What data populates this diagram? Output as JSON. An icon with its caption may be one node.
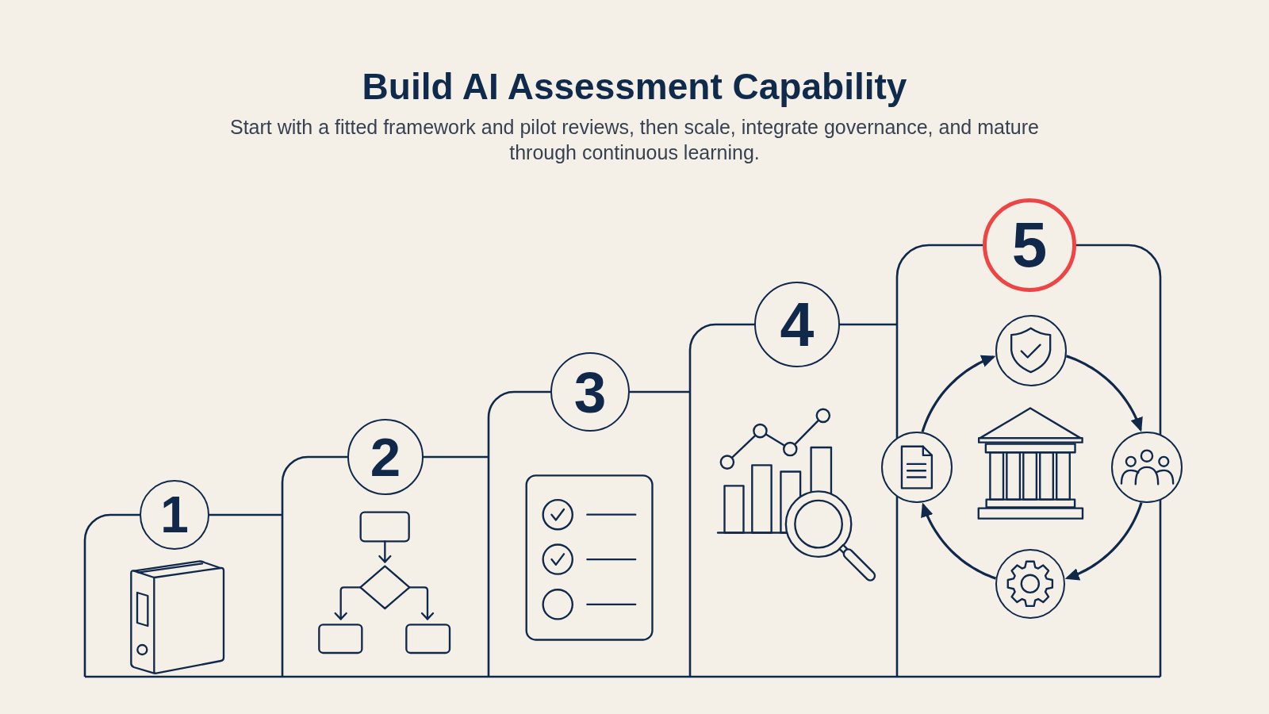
{
  "diagram": {
    "title": "Build AI Assessment Capability",
    "caption": "Start with a fitted framework and pilot reviews, then scale, integrate governance, and mature through continuous learning.",
    "nodes": [
      {
        "text": [
          "1"
        ]
      },
      {
        "text": [
          "2"
        ]
      },
      {
        "text": [
          "3"
        ]
      },
      {
        "text": [
          "4"
        ]
      },
      {
        "text": [
          "5"
        ]
      },
      {
        "text": [],
        "shape": "circle"
      },
      {
        "text": [],
        "shape": "circle"
      },
      {
        "text": [],
        "shape": "circle"
      },
      {
        "text": [],
        "shape": "circle"
      }
    ],
    "edges": [
      {
        "from": 5,
        "to": 7,
        "arrow": "to"
      },
      {
        "from": 7,
        "to": 8,
        "arrow": "to"
      },
      {
        "from": 8,
        "to": 6,
        "arrow": "to"
      },
      {
        "from": 6,
        "to": 5,
        "arrow": "to"
      }
    ]
  }
}
